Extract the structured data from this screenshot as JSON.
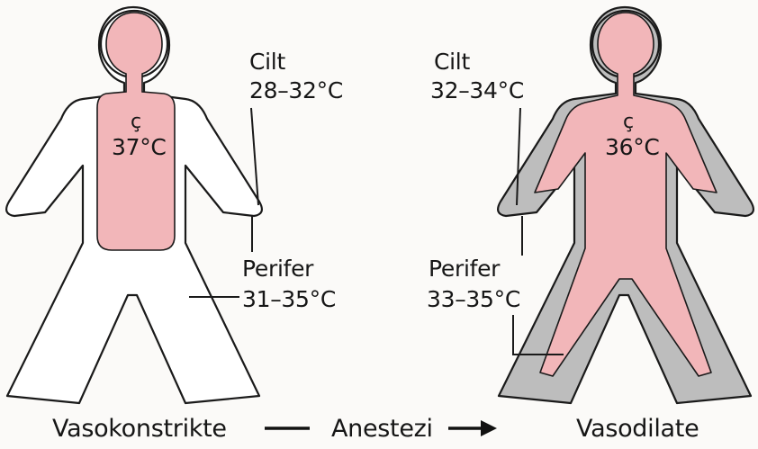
{
  "left_figure": {
    "skin_label": "Cilt",
    "skin_temp": "28–32°C",
    "core_label": "ç",
    "core_temp": "37°C",
    "periphery_label": "Perifer",
    "periphery_temp": "31–35°C",
    "state": "Vasokonstrikte"
  },
  "right_figure": {
    "skin_label": "Cilt",
    "skin_temp": "32–34°C",
    "core_label": "ç",
    "core_temp": "36°C",
    "periphery_label": "Perifer",
    "periphery_temp": "33–35°C",
    "state": "Vasodilate"
  },
  "transition_label": "Anestezi",
  "colors": {
    "core": "#f2b6b9",
    "periphery_dilated": "#bdbdbd",
    "periphery_constricted": "#ffffff",
    "outline": "#1a1a1a"
  }
}
